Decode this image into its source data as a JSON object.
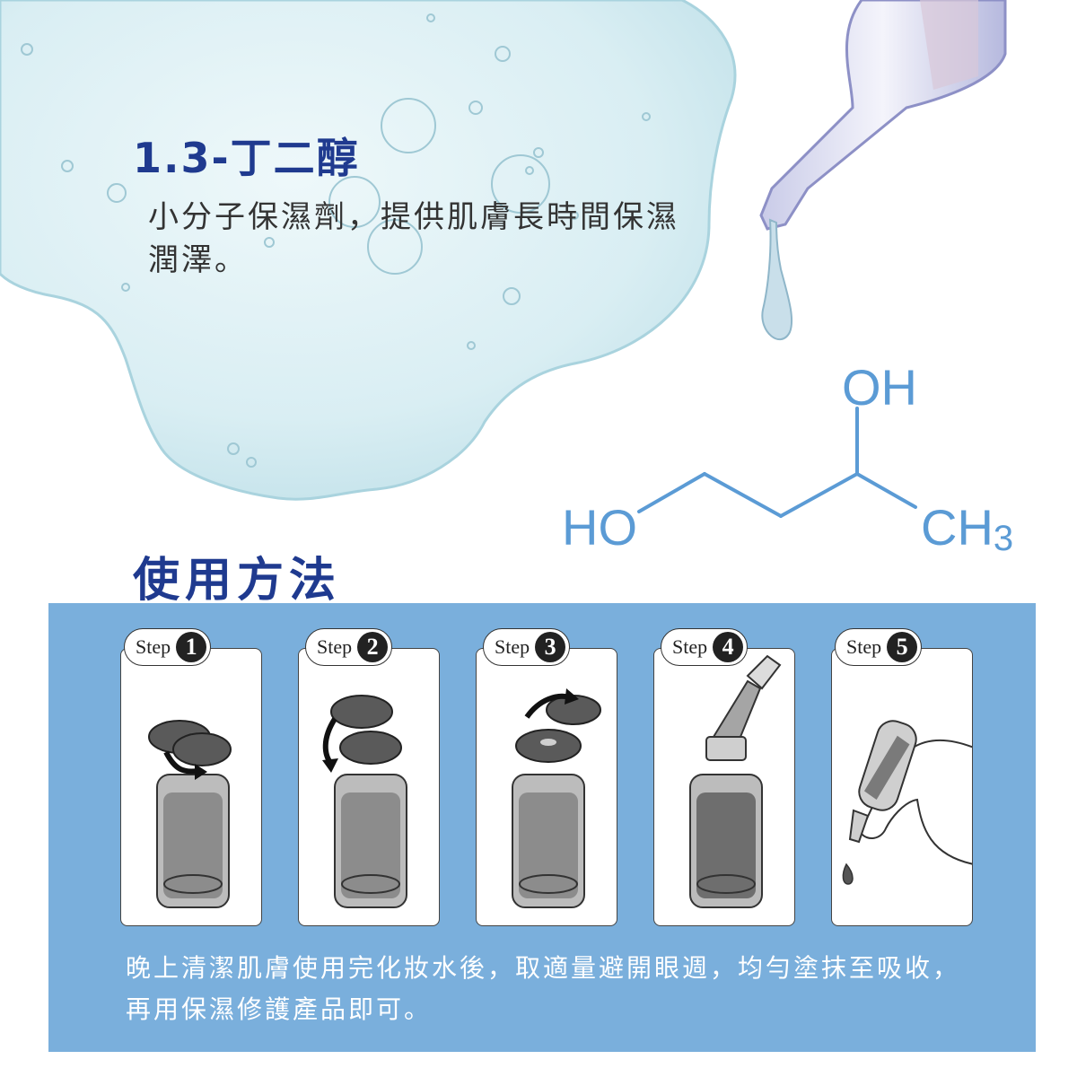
{
  "hero": {
    "title": "1.3-丁二醇",
    "description": "小分子保濕劑，提供肌膚長時間保濕潤澤。"
  },
  "molecule": {
    "hydroxyl_top": "OH",
    "hydroxyl_left": "HO",
    "methyl": "CH",
    "methyl_subscript": "3",
    "line_color": "#5b9bd5"
  },
  "usage": {
    "title": "使用方法",
    "panel_color": "#7aafdc",
    "steps": [
      {
        "label": "Step",
        "number": "1"
      },
      {
        "label": "Step",
        "number": "2"
      },
      {
        "label": "Step",
        "number": "3"
      },
      {
        "label": "Step",
        "number": "4"
      },
      {
        "label": "Step",
        "number": "5"
      }
    ],
    "instructions": "晚上清潔肌膚使用完化妝水後，取適量避開眼週，均勻塗抹至吸收，再用保濕修護產品即可。"
  },
  "colors": {
    "title": "#1f3a8f",
    "body_text": "#333333",
    "gel": "#cfe7ee"
  }
}
